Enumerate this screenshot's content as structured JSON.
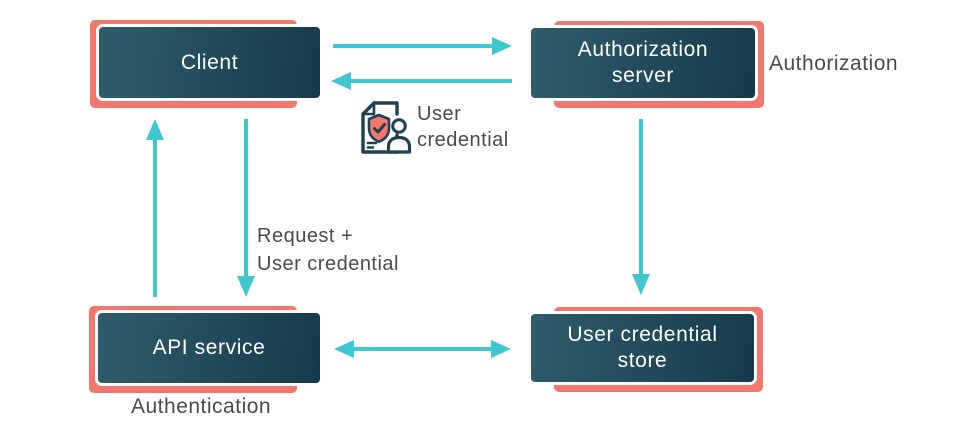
{
  "diagram": {
    "nodes": {
      "client": {
        "label": "Client"
      },
      "authorization_server": {
        "label": "Authorization\nserver"
      },
      "api_service": {
        "label": "API service"
      },
      "user_credential_store": {
        "label": "User credential\nstore"
      }
    },
    "annotations": {
      "authorization": "Authorization",
      "authentication": "Authentication",
      "user_credential": "User\ncredential",
      "request_user_credential": "Request +\nUser credential"
    },
    "icons": {
      "user_credential_icon": "document-with-shield-and-user"
    },
    "colors": {
      "arrow_teal": "#3ec7d0",
      "salmon": "#f3776c",
      "box_gradient_start": "#2f5d6c",
      "box_gradient_end": "#163a4c",
      "box_text": "#ffffff",
      "label_gray": "#4b4b4b",
      "icon_dark": "#1e4154"
    }
  }
}
